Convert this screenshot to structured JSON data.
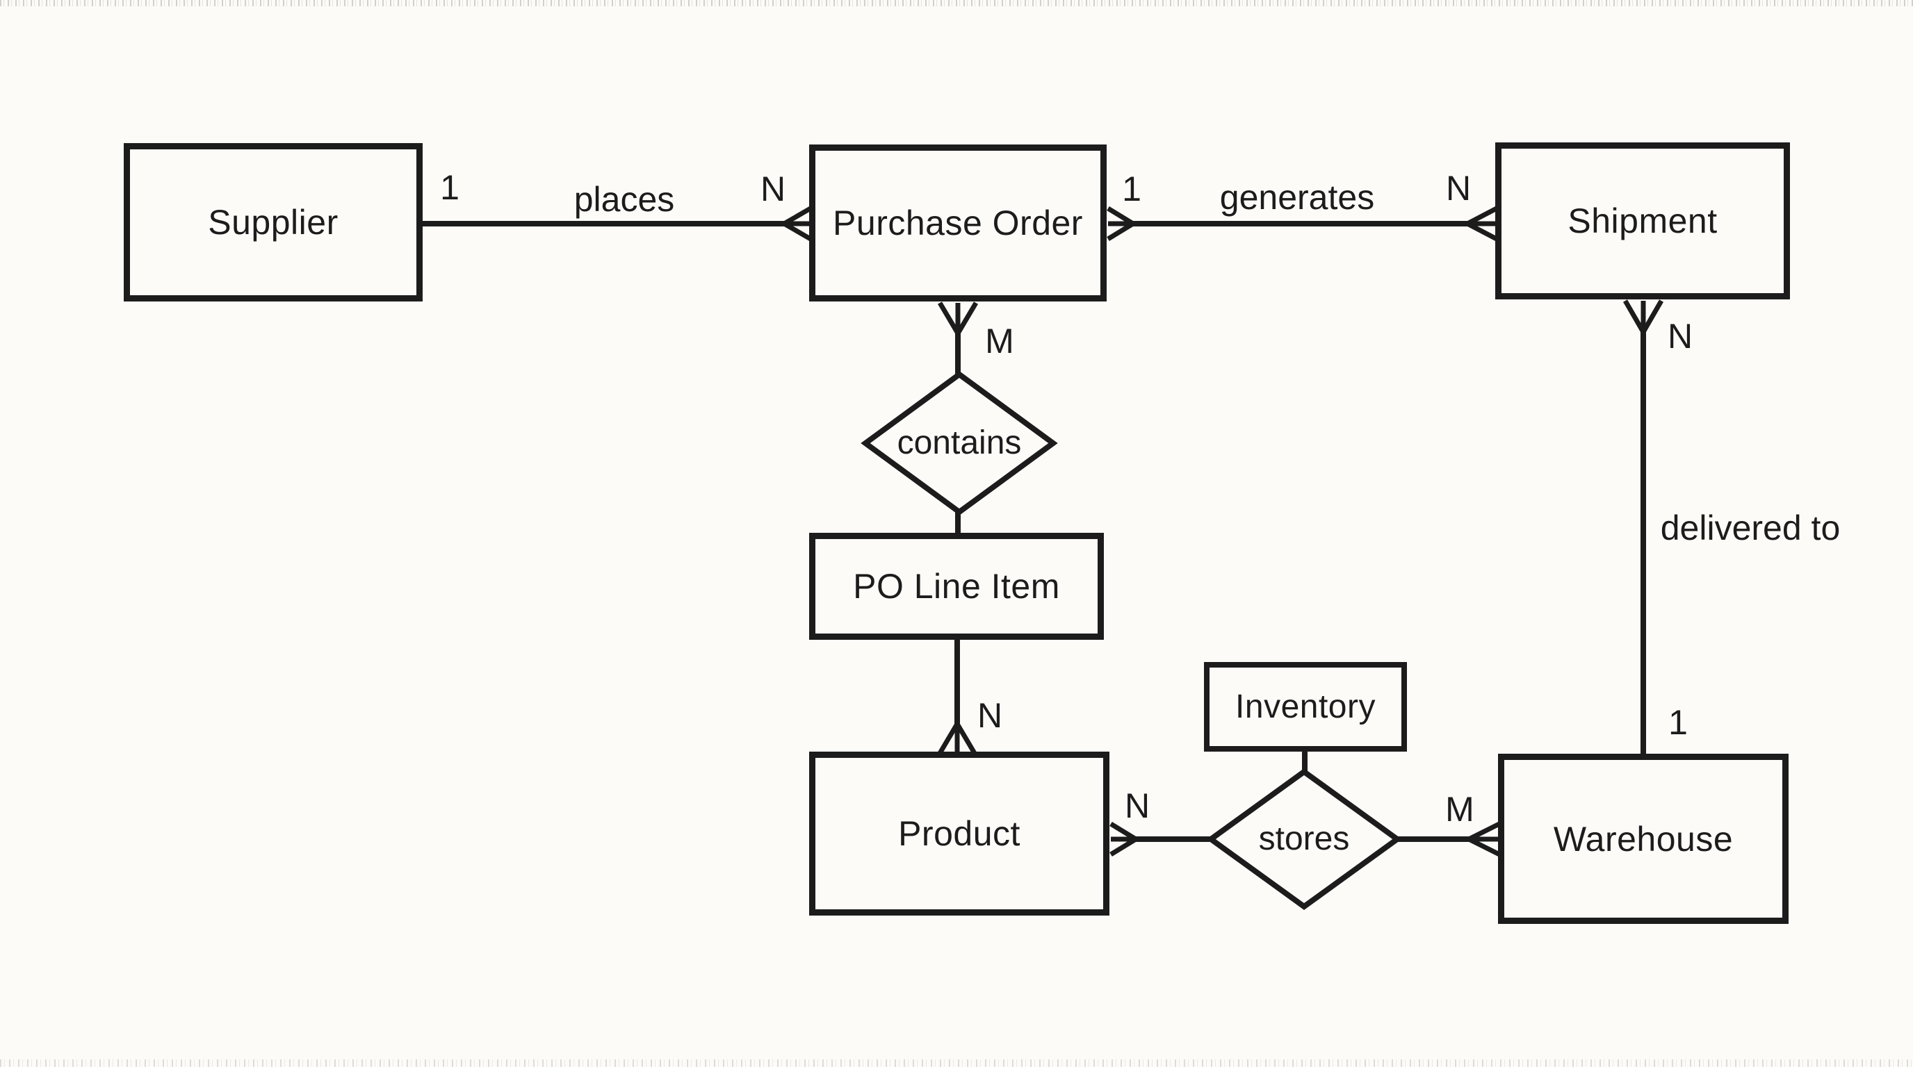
{
  "diagram_type": "entity-relationship-diagram",
  "background_color": "#fcfbf8",
  "ink_color": "#1c1c1c",
  "entities": {
    "supplier": {
      "label": "Supplier"
    },
    "purchase_order": {
      "label": "Purchase Order"
    },
    "shipment": {
      "label": "Shipment"
    },
    "po_line_item": {
      "label": "PO Line Item"
    },
    "product": {
      "label": "Product"
    },
    "inventory": {
      "label": "Inventory"
    },
    "warehouse": {
      "label": "Warehouse"
    }
  },
  "relationships": {
    "places": {
      "label": "places",
      "supplier_cardinality": "1",
      "purchase_order_cardinality": "N"
    },
    "generates": {
      "label": "generates",
      "purchase_order_cardinality": "1",
      "shipment_cardinality": "N"
    },
    "contains": {
      "label": "contains",
      "purchase_order_cardinality": "M",
      "product_cardinality": "N"
    },
    "stores": {
      "label": "stores",
      "product_cardinality": "N",
      "warehouse_cardinality": "M"
    },
    "delivered_to": {
      "label": "delivered to",
      "shipment_cardinality": "N",
      "warehouse_cardinality": "1"
    }
  }
}
